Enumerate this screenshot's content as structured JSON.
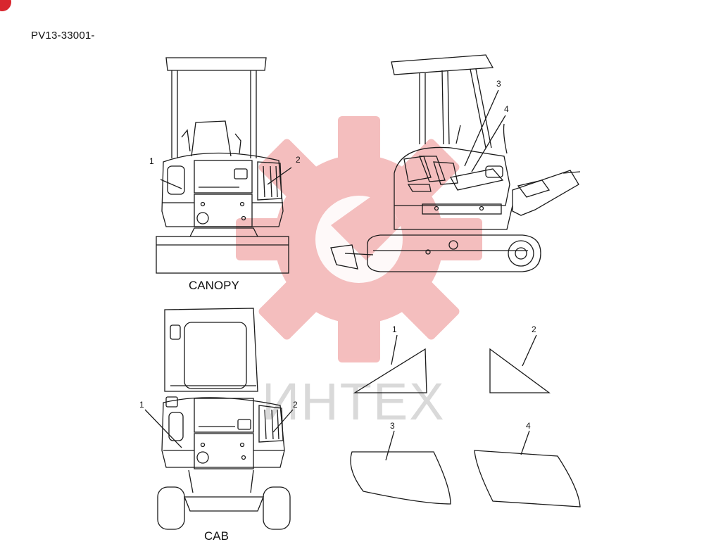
{
  "document_code": "PV13-33001-",
  "views": {
    "canopy": {
      "label": "CANOPY"
    },
    "cab": {
      "label": "CAB"
    }
  },
  "callouts": {
    "canopy_rear_left": "1",
    "canopy_rear_right": "2",
    "side_upper": "3",
    "side_lower": "4",
    "cab_rear_left": "1",
    "cab_rear_right": "2",
    "part_1": "1",
    "part_2": "2",
    "part_3": "3",
    "part_4": "4"
  },
  "watermark": {
    "text": "ИНТЕХ",
    "color": "#f3b3b3"
  },
  "colors": {
    "line": "#1a1a1a",
    "badge": "#d8262e"
  }
}
